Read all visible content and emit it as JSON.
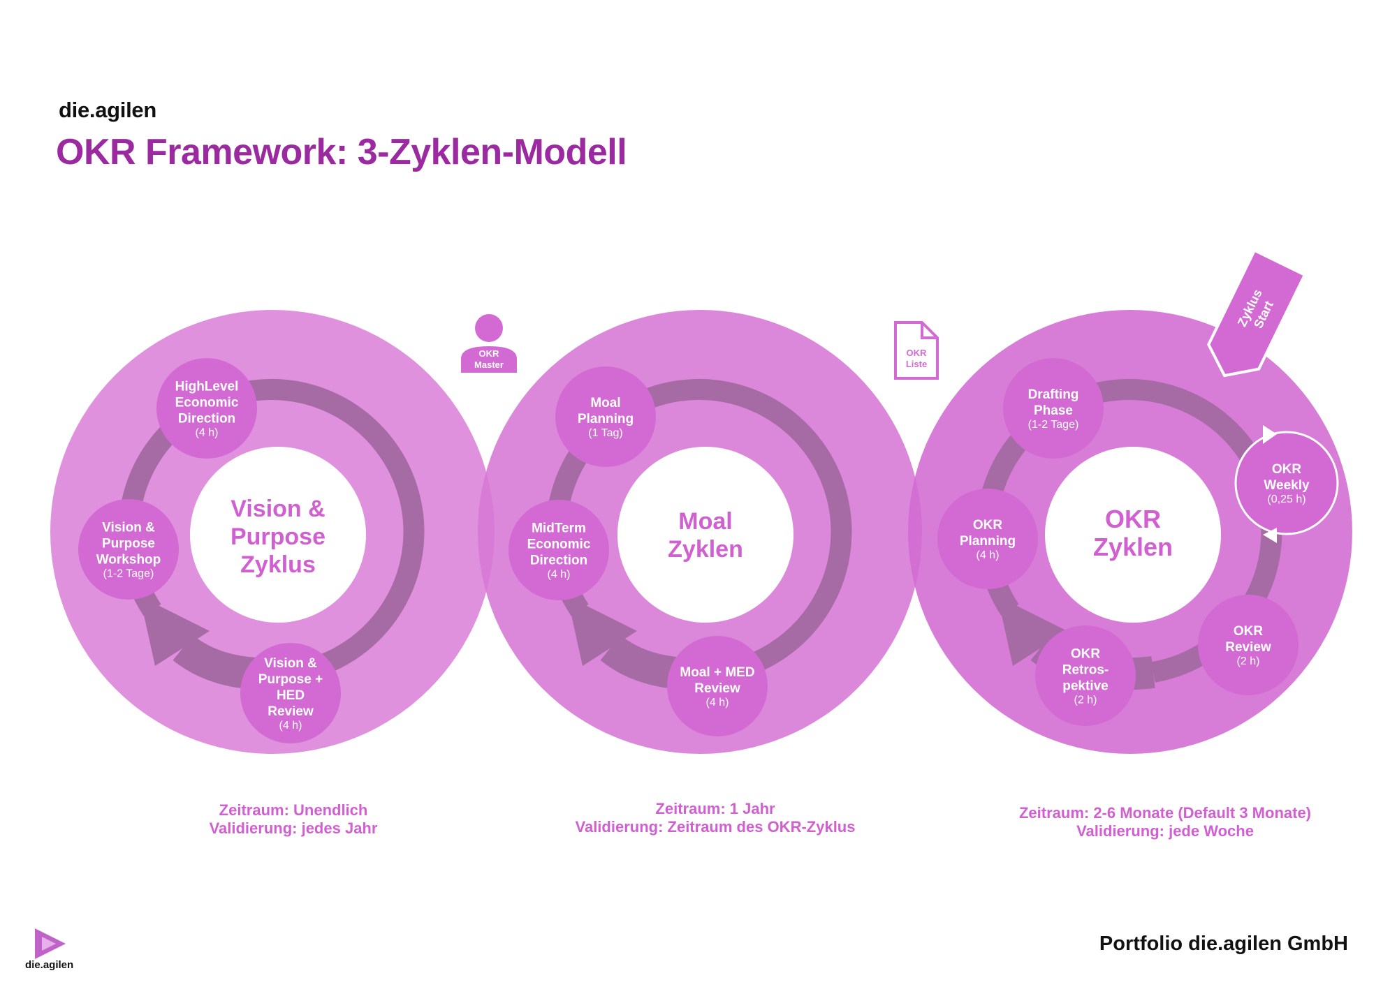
{
  "brand": "die.agilen",
  "title": "OKR Framework: 3-Zyklen-Modell",
  "colors": {
    "title": "#9b2aa0",
    "bubble": "#d36ad3",
    "center_text": "#d060d0",
    "caption": "#d060d0",
    "ring_track": "#a66ba4"
  },
  "roles": {
    "okr_master": [
      "OKR",
      "Master"
    ],
    "okr_liste": [
      "OKR",
      "Liste"
    ]
  },
  "zyklus_start": [
    "Zyklus",
    "Start"
  ],
  "cycles": [
    {
      "center": [
        "Vision &",
        "Purpose",
        "Zyklus"
      ],
      "nodes": [
        {
          "label": [
            "HighLevel",
            "Economic",
            "Direction"
          ],
          "duration": "(4 h)"
        },
        {
          "label": [
            "Vision &",
            "Purpose",
            "Workshop"
          ],
          "duration": "(1-2 Tage)"
        },
        {
          "label": [
            "Vision &",
            "Purpose +",
            "HED",
            "Review"
          ],
          "duration": "(4 h)"
        }
      ],
      "caption": [
        "Zeitraum: Unendlich",
        "Validierung: jedes Jahr"
      ]
    },
    {
      "center": [
        "Moal",
        "Zyklen"
      ],
      "nodes": [
        {
          "label": [
            "Moal",
            "Planning"
          ],
          "duration": "(1 Tag)"
        },
        {
          "label": [
            "MidTerm",
            "Economic",
            "Direction"
          ],
          "duration": "(4 h)"
        },
        {
          "label": [
            "Moal + MED",
            "Review"
          ],
          "duration": "(4 h)"
        }
      ],
      "caption": [
        "Zeitraum: 1 Jahr",
        "Validierung: Zeitraum des OKR-Zyklus"
      ]
    },
    {
      "center": [
        "OKR",
        "Zyklen"
      ],
      "nodes": [
        {
          "label": [
            "Drafting",
            "Phase"
          ],
          "duration": "(1-2 Tage)"
        },
        {
          "label": [
            "OKR",
            "Planning"
          ],
          "duration": "(4 h)"
        },
        {
          "label": [
            "OKR",
            "Weekly"
          ],
          "duration": "(0,25 h)"
        },
        {
          "label": [
            "OKR",
            "Review"
          ],
          "duration": "(2 h)"
        },
        {
          "label": [
            "OKR",
            "Retros-",
            "pektive"
          ],
          "duration": "(2 h)"
        }
      ],
      "caption": [
        "Zeitraum: 2-6 Monate (Default 3 Monate)",
        "Validierung: jede Woche"
      ]
    }
  ],
  "footer": "Portfolio die.agilen GmbH",
  "logo_text": "die.agilen"
}
